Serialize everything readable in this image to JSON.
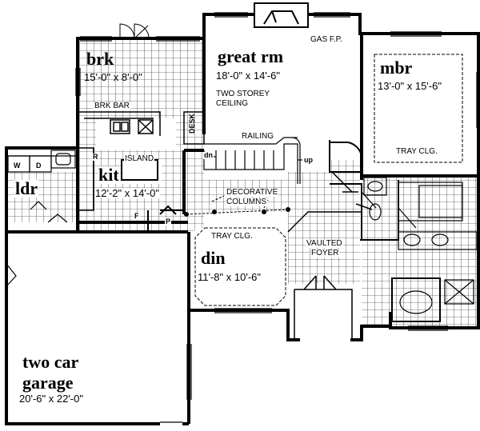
{
  "rooms": {
    "brk": {
      "name": "brk",
      "dims": "15'-0\" x 8'-0\""
    },
    "great_rm": {
      "name": "great rm",
      "dims": "18'-0\" x 14'-6\"",
      "note1": "TWO STOREY",
      "note2": "CEILING"
    },
    "mbr": {
      "name": "mbr",
      "dims": "13'-0\" x 15'-6\"",
      "note": "TRAY CLG."
    },
    "kit": {
      "name": "kit",
      "dims": "12'-2\" x 14'-0\""
    },
    "ldr": {
      "name": "ldr"
    },
    "din": {
      "name": "din",
      "dims": "11'-8\" x 10'-6\"",
      "note": "TRAY CLG."
    },
    "garage": {
      "name1": "two car",
      "name2": "garage",
      "dims": "20'-6\" x 22'-0\""
    }
  },
  "labels": {
    "gas_fp": "GAS F.P.",
    "brk_bar": "BRK BAR",
    "island": "ISLAND",
    "desk": "DESK",
    "railing": "RAILING",
    "dn": "dn",
    "up": "up",
    "decorative1": "DECORATIVE",
    "decorative2": "COLUMNS",
    "vaulted1": "VAULTED",
    "vaulted2": "FOYER",
    "w": "W",
    "d": "D",
    "r": "R",
    "f": "F",
    "p": "P"
  }
}
